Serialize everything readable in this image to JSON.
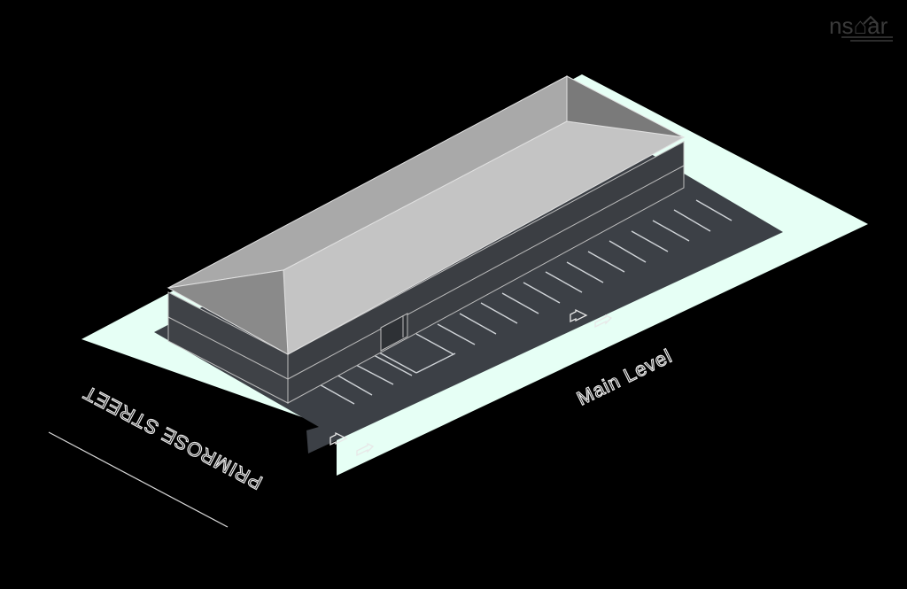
{
  "diagram": {
    "street_label": "PRIMROSE STREET",
    "level_label": "Main Level",
    "parking_direction_arrows": [
      "two-way-arrow",
      "two-way-arrow"
    ],
    "colors": {
      "background": "#000000",
      "lot_border": "#e6fff5",
      "asphalt": "#3c4046",
      "parking_lines": "#d0d4d8",
      "roof_ridge": "#c4c4c4",
      "roof_hip": "#8a8a8a",
      "building_wall": "#3f4247",
      "text_outline": "#e8e8e8"
    }
  },
  "logo": {
    "wordmark": "ns⌂ar",
    "icon": "house-roof-icon"
  }
}
